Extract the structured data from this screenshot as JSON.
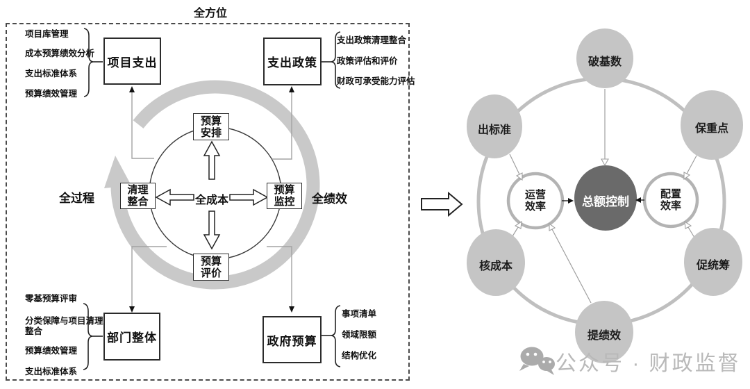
{
  "left_panel": {
    "title": "全方位",
    "axis_labels": {
      "left": "全过程",
      "right": "全绩效"
    },
    "boxes": {
      "top_left": "项目支出",
      "top_right": "支出政策",
      "bottom_left": "部门整体",
      "bottom_right": "政府预算"
    },
    "lists": {
      "top_left": [
        "项目库管理",
        "成本预算绩效分析",
        "支出标准体系",
        "预算绩效管理"
      ],
      "top_right": [
        "支出政策清理整合",
        "政策评估和评价",
        "财政可承受能力评估"
      ],
      "bottom_left": [
        "零基预算评审",
        "分类保障与项目清理整合",
        "预算绩效管理",
        "支出标准体系"
      ],
      "bottom_right": [
        "事项清单",
        "领域限额",
        "结构优化"
      ]
    },
    "cycle": {
      "top": "预算安排",
      "right": "预算监控",
      "bottom": "预算评价",
      "left": "清理整合",
      "center": "全成本"
    }
  },
  "right_panel": {
    "center": "总额控制",
    "inner_nodes": {
      "left": "运营效率",
      "right": "配置效率"
    },
    "outer_nodes": {
      "top": "破基数",
      "top_left": "出标准",
      "top_right": "保重点",
      "bottom_left": "核成本",
      "bottom_right": "促统筹",
      "bottom": "提绩效"
    }
  },
  "watermark": {
    "label": "公众号 · 财政监督"
  },
  "colors": {
    "node_fill": "#c5c5c5",
    "center_fill": "#6a6a6a",
    "ring_stroke": "#bfbfbf",
    "swirl": "#c9c9c9",
    "line_gray": "#9f9f9f",
    "watermark": "#b9b9b9"
  }
}
